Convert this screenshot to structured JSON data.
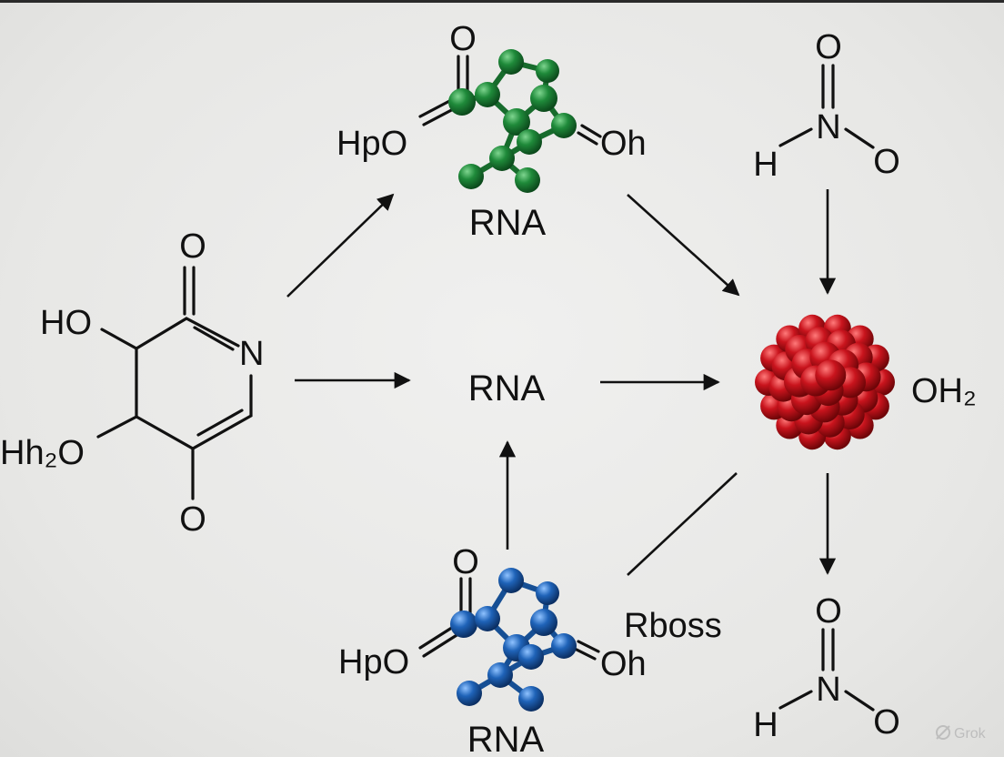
{
  "colors": {
    "background": "#ebebea",
    "green": "#1f8a3a",
    "blue": "#1f63b8",
    "red": "#c9141d",
    "ink": "#111111"
  },
  "ring_molecule": {
    "top_o": "O",
    "ho": "HO",
    "n": "N",
    "hh2o": "Hh₂O",
    "bottom_o": "O"
  },
  "green_molecule": {
    "top_o": "O",
    "left": "HpO",
    "right": "Oh",
    "name": "RNA"
  },
  "center": {
    "name": "RNA"
  },
  "blue_molecule": {
    "top_o": "O",
    "left": "HpO",
    "right": "Oh",
    "name": "RNA",
    "side_label": "Rboss"
  },
  "nitrite_top": {
    "o_top": "O",
    "n": "N",
    "h": "H",
    "o_right": "O"
  },
  "nitrite_bottom": {
    "o_top": "O",
    "n": "N",
    "h": "H",
    "o_right": "O"
  },
  "red_cluster": {
    "label": "OH₂"
  },
  "watermark": {
    "icon": "grok-icon",
    "text": "Grok"
  }
}
